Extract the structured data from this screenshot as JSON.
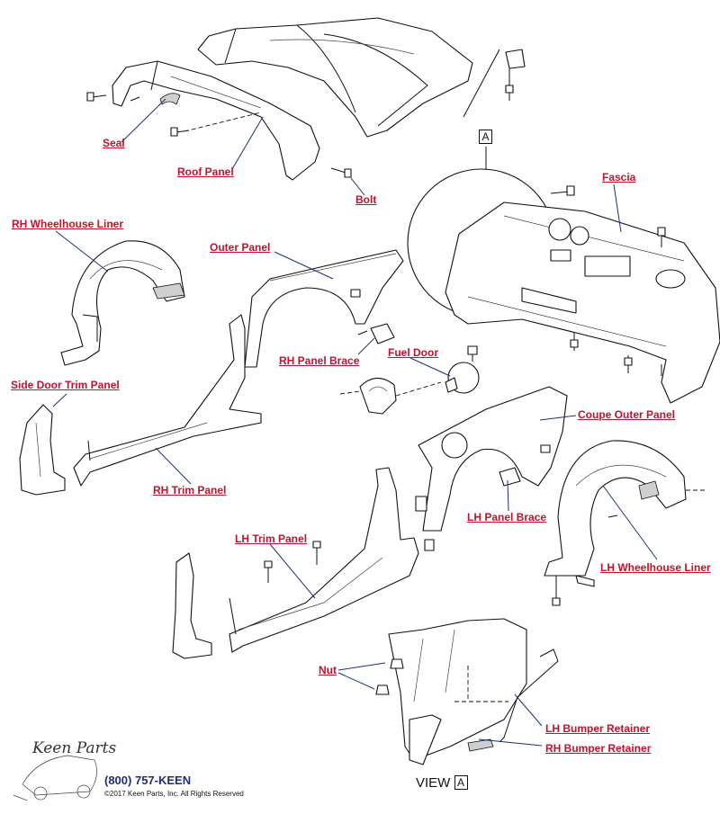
{
  "labels": {
    "seal": "Seal",
    "roof_panel": "Roof Panel",
    "bolt": "Bolt",
    "fascia": "Fascia",
    "rh_wheelhouse_liner": "RH Wheelhouse Liner",
    "outer_panel": "Outer Panel",
    "rh_panel_brace": "RH Panel Brace",
    "fuel_door": "Fuel Door",
    "side_door_trim_panel": "Side Door Trim Panel",
    "coupe_outer_panel": "Coupe  Outer Panel",
    "rh_trim_panel": "RH Trim Panel",
    "lh_panel_brace": "LH Panel Brace",
    "lh_trim_panel": "LH Trim Panel",
    "lh_wheelhouse_liner": "LH Wheelhouse Liner",
    "nut": "Nut",
    "lh_bumper_retainer": "LH Bumper Retainer",
    "rh_bumper_retainer": "RH Bumper Retainer"
  },
  "detail_ref": {
    "letter": "A",
    "view_text": "VIEW",
    "view_letter": "A"
  },
  "footer": {
    "logo": "Keen Parts",
    "phone": "(800) 757-KEEN",
    "copyright": "©2017 Keen Parts, Inc. All Rights Reserved"
  },
  "colors": {
    "label": "#c8102e",
    "leader": "#1d2f7a",
    "linework": "#111111"
  }
}
